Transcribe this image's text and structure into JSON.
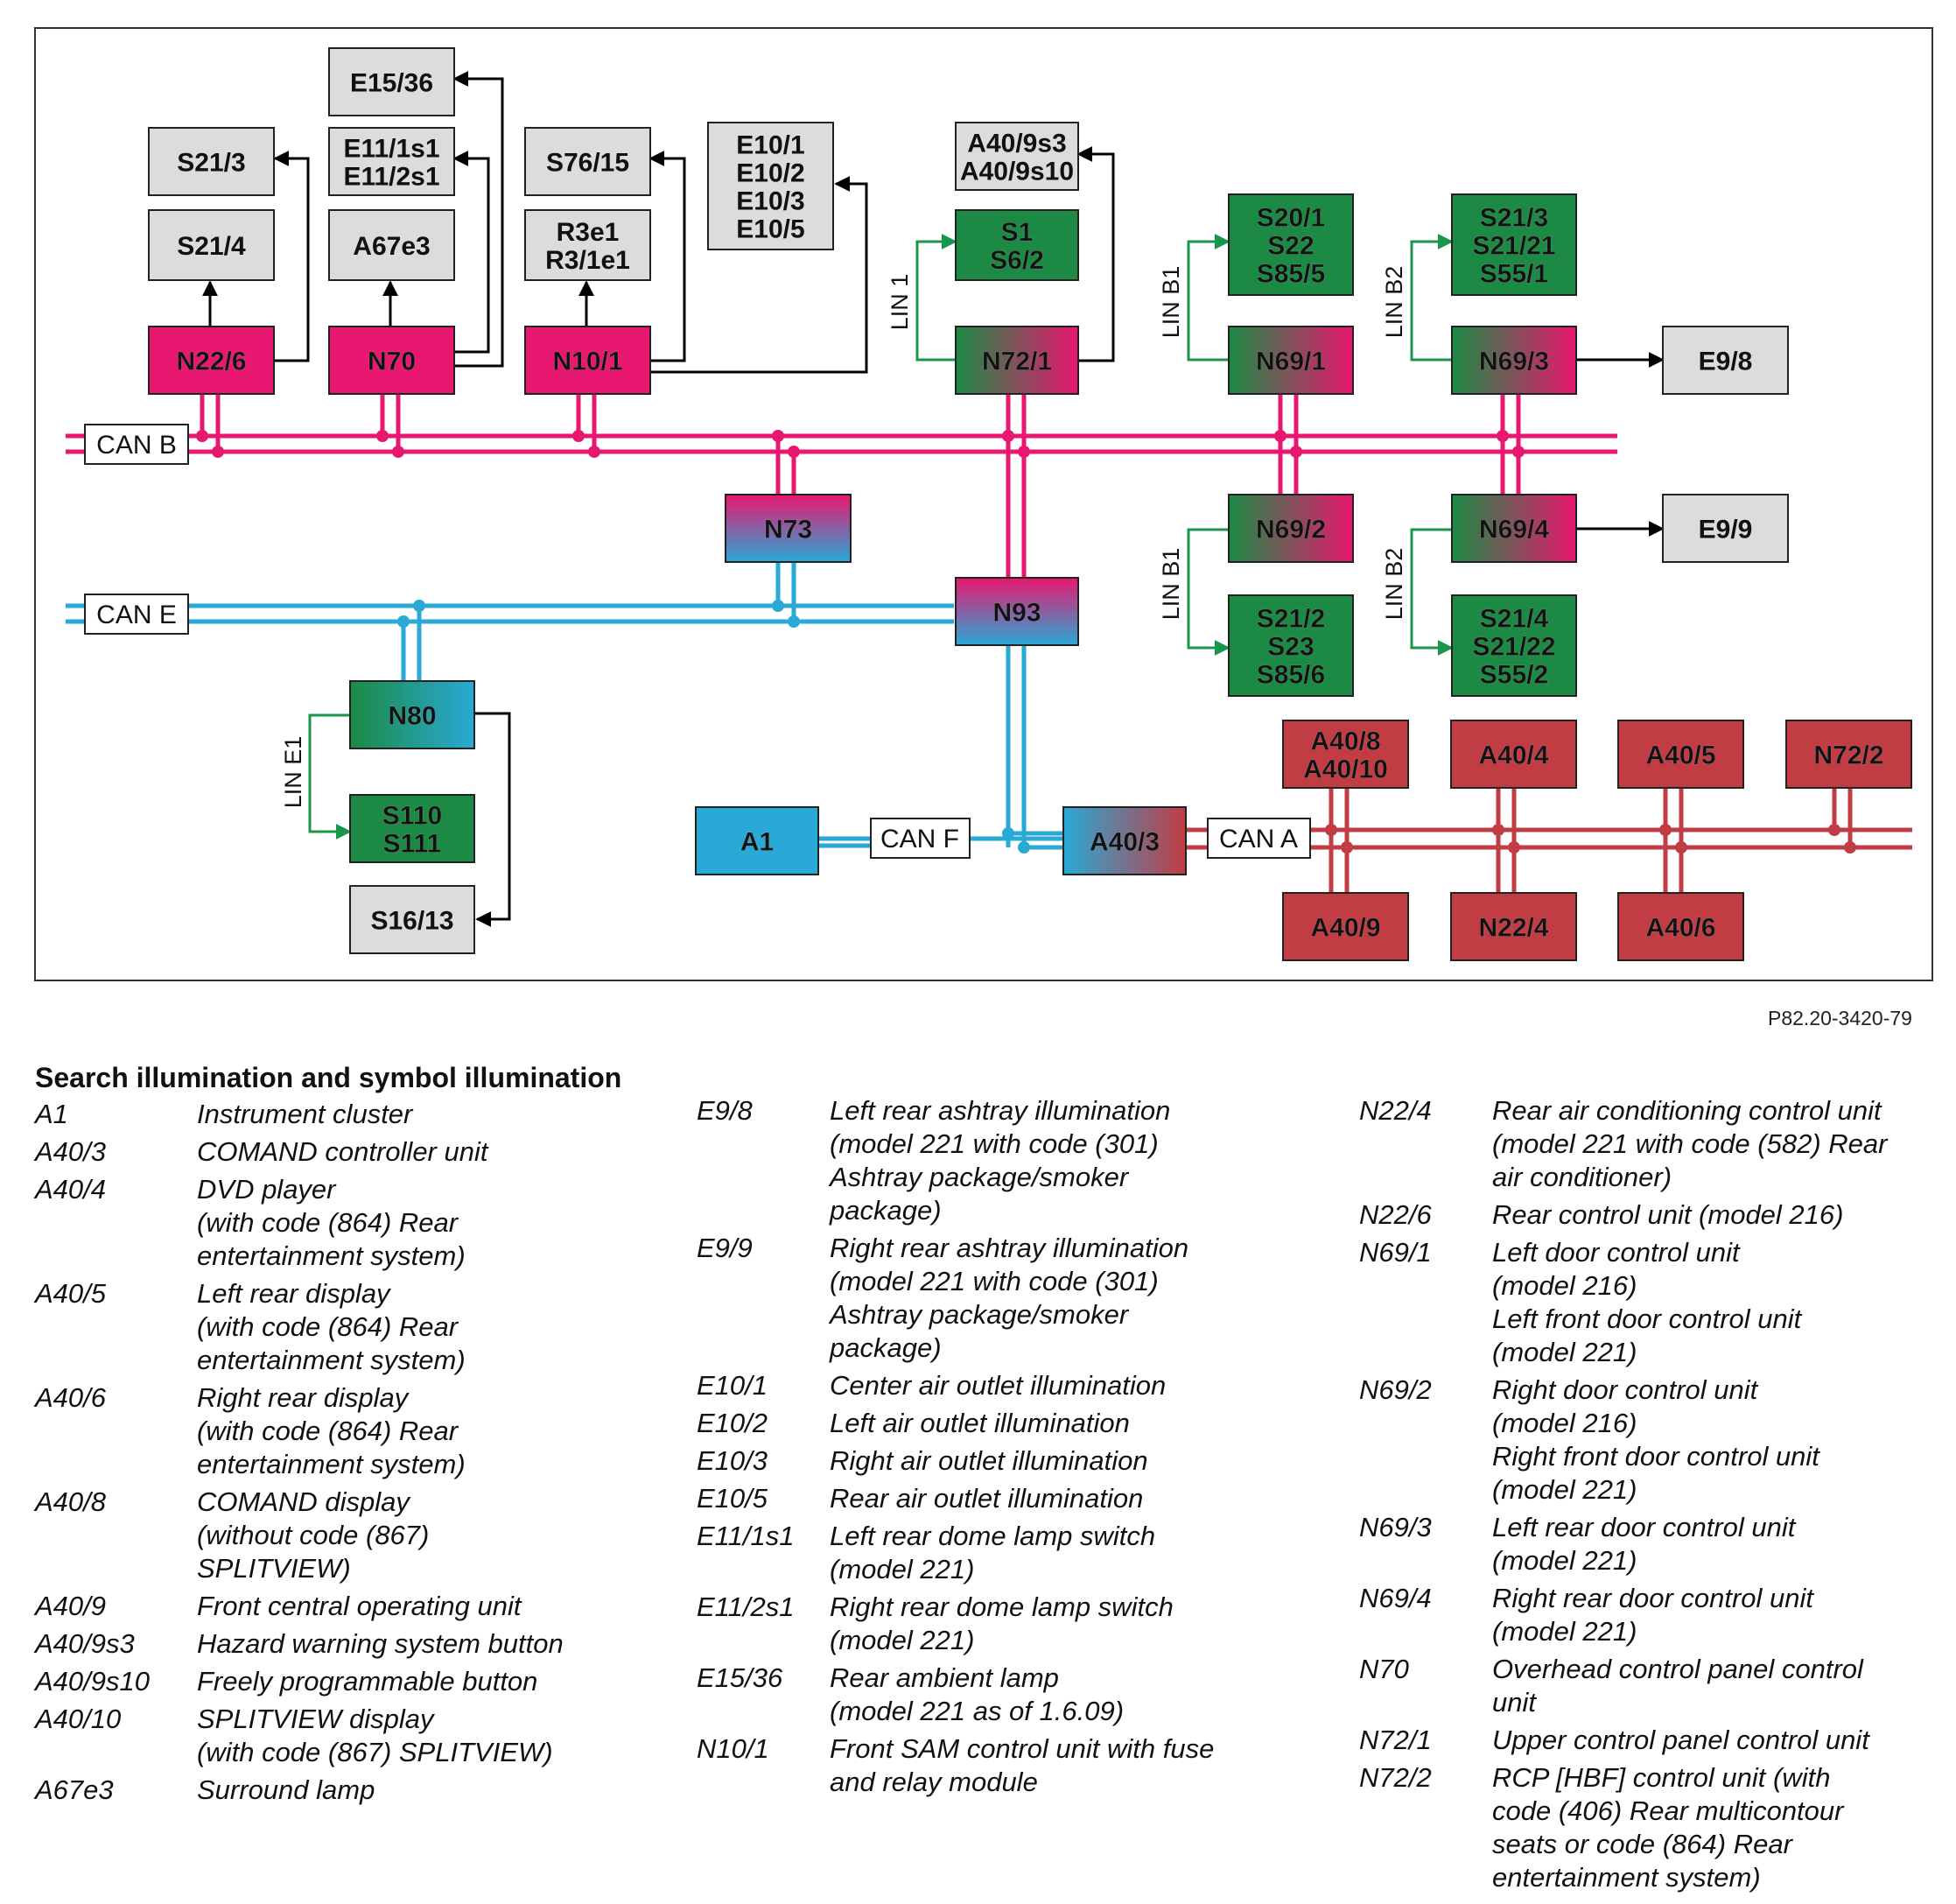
{
  "diagram": {
    "reference": "P82.20-3420-79",
    "buses": [
      "CAN B",
      "CAN E",
      "CAN F",
      "CAN A"
    ],
    "lin_labels": [
      "LIN 1",
      "LIN B1",
      "LIN B2",
      "LIN B1",
      "LIN B2",
      "LIN E1"
    ],
    "colors": {
      "can_b": "#e8176f",
      "can_e": "#29a9d6",
      "can_a": "#c23c44",
      "lin": "#18964a",
      "gray_box": "#dcdcdc"
    },
    "nodes": [
      {
        "id": "E15/36",
        "lines": [
          "E15/36"
        ],
        "color": "gray"
      },
      {
        "id": "S21/3",
        "lines": [
          "S21/3"
        ],
        "color": "gray"
      },
      {
        "id": "E11",
        "lines": [
          "E11/1s1",
          "E11/2s1"
        ],
        "color": "gray"
      },
      {
        "id": "S76/15",
        "lines": [
          "S76/15"
        ],
        "color": "gray"
      },
      {
        "id": "E10",
        "lines": [
          "E10/1",
          "E10/2",
          "E10/3",
          "E10/5"
        ],
        "color": "gray"
      },
      {
        "id": "A40/9s",
        "lines": [
          "A40/9s3",
          "A40/9s10"
        ],
        "color": "gray"
      },
      {
        "id": "S21/4",
        "lines": [
          "S21/4"
        ],
        "color": "gray"
      },
      {
        "id": "A67e3",
        "lines": [
          "A67e3"
        ],
        "color": "gray"
      },
      {
        "id": "R3e1",
        "lines": [
          "R3e1",
          "R3/1e1"
        ],
        "color": "gray"
      },
      {
        "id": "S1",
        "lines": [
          "S1",
          "S6/2"
        ],
        "color": "green"
      },
      {
        "id": "S20/1",
        "lines": [
          "S20/1",
          "S22",
          "S85/5"
        ],
        "color": "green"
      },
      {
        "id": "S21/3b",
        "lines": [
          "S21/3",
          "S21/21",
          "S55/1"
        ],
        "color": "green"
      },
      {
        "id": "N22/6",
        "lines": [
          "N22/6"
        ],
        "color": "magenta"
      },
      {
        "id": "N70",
        "lines": [
          "N70"
        ],
        "color": "magenta"
      },
      {
        "id": "N10/1",
        "lines": [
          "N10/1"
        ],
        "color": "magenta"
      },
      {
        "id": "N72/1",
        "lines": [
          "N72/1"
        ],
        "color": "green-magenta"
      },
      {
        "id": "N69/1",
        "lines": [
          "N69/1"
        ],
        "color": "green-magenta"
      },
      {
        "id": "N69/3",
        "lines": [
          "N69/3"
        ],
        "color": "green-magenta"
      },
      {
        "id": "E9/8",
        "lines": [
          "E9/8"
        ],
        "color": "gray"
      },
      {
        "id": "N73",
        "lines": [
          "N73"
        ],
        "color": "magenta-blue"
      },
      {
        "id": "N69/2",
        "lines": [
          "N69/2"
        ],
        "color": "green-magenta"
      },
      {
        "id": "N69/4",
        "lines": [
          "N69/4"
        ],
        "color": "green-magenta"
      },
      {
        "id": "E9/9",
        "lines": [
          "E9/9"
        ],
        "color": "gray"
      },
      {
        "id": "N93",
        "lines": [
          "N93"
        ],
        "color": "magenta-blue"
      },
      {
        "id": "S21/2",
        "lines": [
          "S21/2",
          "S23",
          "S85/6"
        ],
        "color": "green"
      },
      {
        "id": "S21/4b",
        "lines": [
          "S21/4",
          "S21/22",
          "S55/2"
        ],
        "color": "green"
      },
      {
        "id": "N80",
        "lines": [
          "N80"
        ],
        "color": "green-blue"
      },
      {
        "id": "A40/8",
        "lines": [
          "A40/8",
          "A40/10"
        ],
        "color": "red"
      },
      {
        "id": "A40/4",
        "lines": [
          "A40/4"
        ],
        "color": "red"
      },
      {
        "id": "A40/5",
        "lines": [
          "A40/5"
        ],
        "color": "red"
      },
      {
        "id": "N72/2",
        "lines": [
          "N72/2"
        ],
        "color": "red"
      },
      {
        "id": "S110",
        "lines": [
          "S110",
          "S111"
        ],
        "color": "green"
      },
      {
        "id": "A1",
        "lines": [
          "A1"
        ],
        "color": "blue"
      },
      {
        "id": "A40/3",
        "lines": [
          "A40/3"
        ],
        "color": "blue-red"
      },
      {
        "id": "S16/13",
        "lines": [
          "S16/13"
        ],
        "color": "gray"
      },
      {
        "id": "A40/9",
        "lines": [
          "A40/9"
        ],
        "color": "red"
      },
      {
        "id": "N22/4",
        "lines": [
          "N22/4"
        ],
        "color": "red"
      },
      {
        "id": "A40/6",
        "lines": [
          "A40/6"
        ],
        "color": "red"
      }
    ]
  },
  "legend": {
    "heading": "Search illumination  and symbol illumination",
    "col1": [
      {
        "code": "A1",
        "lines": [
          "Instrument cluster"
        ]
      },
      {
        "code": "A40/3",
        "lines": [
          "COMAND controller unit"
        ]
      },
      {
        "code": "A40/4",
        "lines": [
          "DVD player",
          "(with code (864) Rear",
          "entertainment system)"
        ]
      },
      {
        "code": "A40/5",
        "lines": [
          "Left rear display",
          "(with code (864) Rear",
          "entertainment system)"
        ]
      },
      {
        "code": "A40/6",
        "lines": [
          "Right rear display",
          "(with code (864) Rear",
          "entertainment system)"
        ]
      },
      {
        "code": "A40/8",
        "lines": [
          "COMAND display",
          "(without code (867)",
          "SPLITVIEW)"
        ]
      },
      {
        "code": "A40/9",
        "lines": [
          "Front central operating unit"
        ]
      },
      {
        "code": "A40/9s3",
        "lines": [
          "Hazard warning system button"
        ]
      },
      {
        "code": "A40/9s10",
        "lines": [
          "Freely programmable button"
        ]
      },
      {
        "code": "A40/10",
        "lines": [
          "SPLITVIEW display",
          "(with code (867) SPLITVIEW)"
        ]
      },
      {
        "code": "A67e3",
        "lines": [
          "Surround lamp"
        ]
      }
    ],
    "col2": [
      {
        "code": "E9/8",
        "lines": [
          "Left rear ashtray illumination",
          "(model 221 with code (301)",
          "Ashtray package/smoker",
          "package)"
        ]
      },
      {
        "code": "E9/9",
        "lines": [
          "Right rear ashtray illumination",
          "(model 221 with code (301)",
          "Ashtray package/smoker",
          "package)"
        ]
      },
      {
        "code": "E10/1",
        "lines": [
          "Center air outlet illumination"
        ]
      },
      {
        "code": "E10/2",
        "lines": [
          "Left air outlet illumination"
        ]
      },
      {
        "code": "E10/3",
        "lines": [
          "Right air outlet illumination"
        ]
      },
      {
        "code": "E10/5",
        "lines": [
          "Rear air outlet illumination"
        ]
      },
      {
        "code": "E11/1s1",
        "lines": [
          "Left rear dome lamp switch",
          "(model 221)"
        ]
      },
      {
        "code": "E11/2s1",
        "lines": [
          "Right rear dome lamp switch",
          "(model 221)"
        ]
      },
      {
        "code": "E15/36",
        "lines": [
          "Rear ambient lamp",
          "(model 221 as of 1.6.09)"
        ]
      },
      {
        "code": "N10/1",
        "lines": [
          "Front SAM control unit with fuse",
          "and relay module"
        ]
      }
    ],
    "col3": [
      {
        "code": "N22/4",
        "lines": [
          "Rear air conditioning control unit",
          "(model 221 with code (582) Rear",
          "air conditioner)"
        ]
      },
      {
        "code": "N22/6",
        "lines": [
          "Rear control unit (model 216)"
        ]
      },
      {
        "code": "N69/1",
        "lines": [
          "Left door control unit",
          "(model 216)",
          "Left front door control unit",
          "(model 221)"
        ]
      },
      {
        "code": "N69/2",
        "lines": [
          "Right door control unit",
          "(model 216)",
          "Right front door control unit",
          "(model 221)"
        ]
      },
      {
        "code": "N69/3",
        "lines": [
          "Left rear door control unit",
          "(model 221)"
        ]
      },
      {
        "code": "N69/4",
        "lines": [
          "Right rear door control unit",
          "(model 221)"
        ]
      },
      {
        "code": "N70",
        "lines": [
          "Overhead control panel control",
          "unit"
        ]
      },
      {
        "code": "N72/1",
        "lines": [
          "Upper control panel control unit"
        ]
      },
      {
        "code": "N72/2",
        "lines": [
          "RCP [HBF] control unit (with",
          "code (406) Rear multicontour",
          "seats or code (864) Rear",
          "entertainment system)"
        ]
      }
    ]
  }
}
